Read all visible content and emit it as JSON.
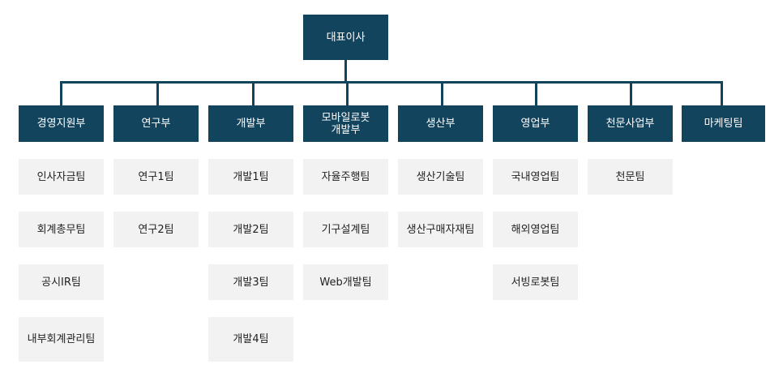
{
  "ceo": {
    "label": "대표이사"
  },
  "departments": [
    {
      "label": "경영지원부",
      "teams": [
        "인사자금팀",
        "회계총무팀",
        "공시IR팀",
        "내부회계관리팀"
      ]
    },
    {
      "label": "연구부",
      "teams": [
        "연구1팀",
        "연구2팀"
      ]
    },
    {
      "label": "개발부",
      "teams": [
        "개발1팀",
        "개발2팀",
        "개발3팀",
        "개발4팀"
      ]
    },
    {
      "label": "모바일로봇\n개발부",
      "teams": [
        "자율주행팀",
        "기구설계팀",
        "Web개발팀"
      ]
    },
    {
      "label": "생산부",
      "teams": [
        "생산기술팀",
        "생산구매자재팀"
      ]
    },
    {
      "label": "영업부",
      "teams": [
        "국내영업팀",
        "해외영업팀",
        "서빙로봇팀"
      ]
    },
    {
      "label": "천문사업부",
      "teams": [
        "천문팀"
      ]
    },
    {
      "label": "마케팅팀",
      "teams": []
    }
  ],
  "colors": {
    "primary": "#12445e",
    "team_bg": "#f2f2f2"
  }
}
